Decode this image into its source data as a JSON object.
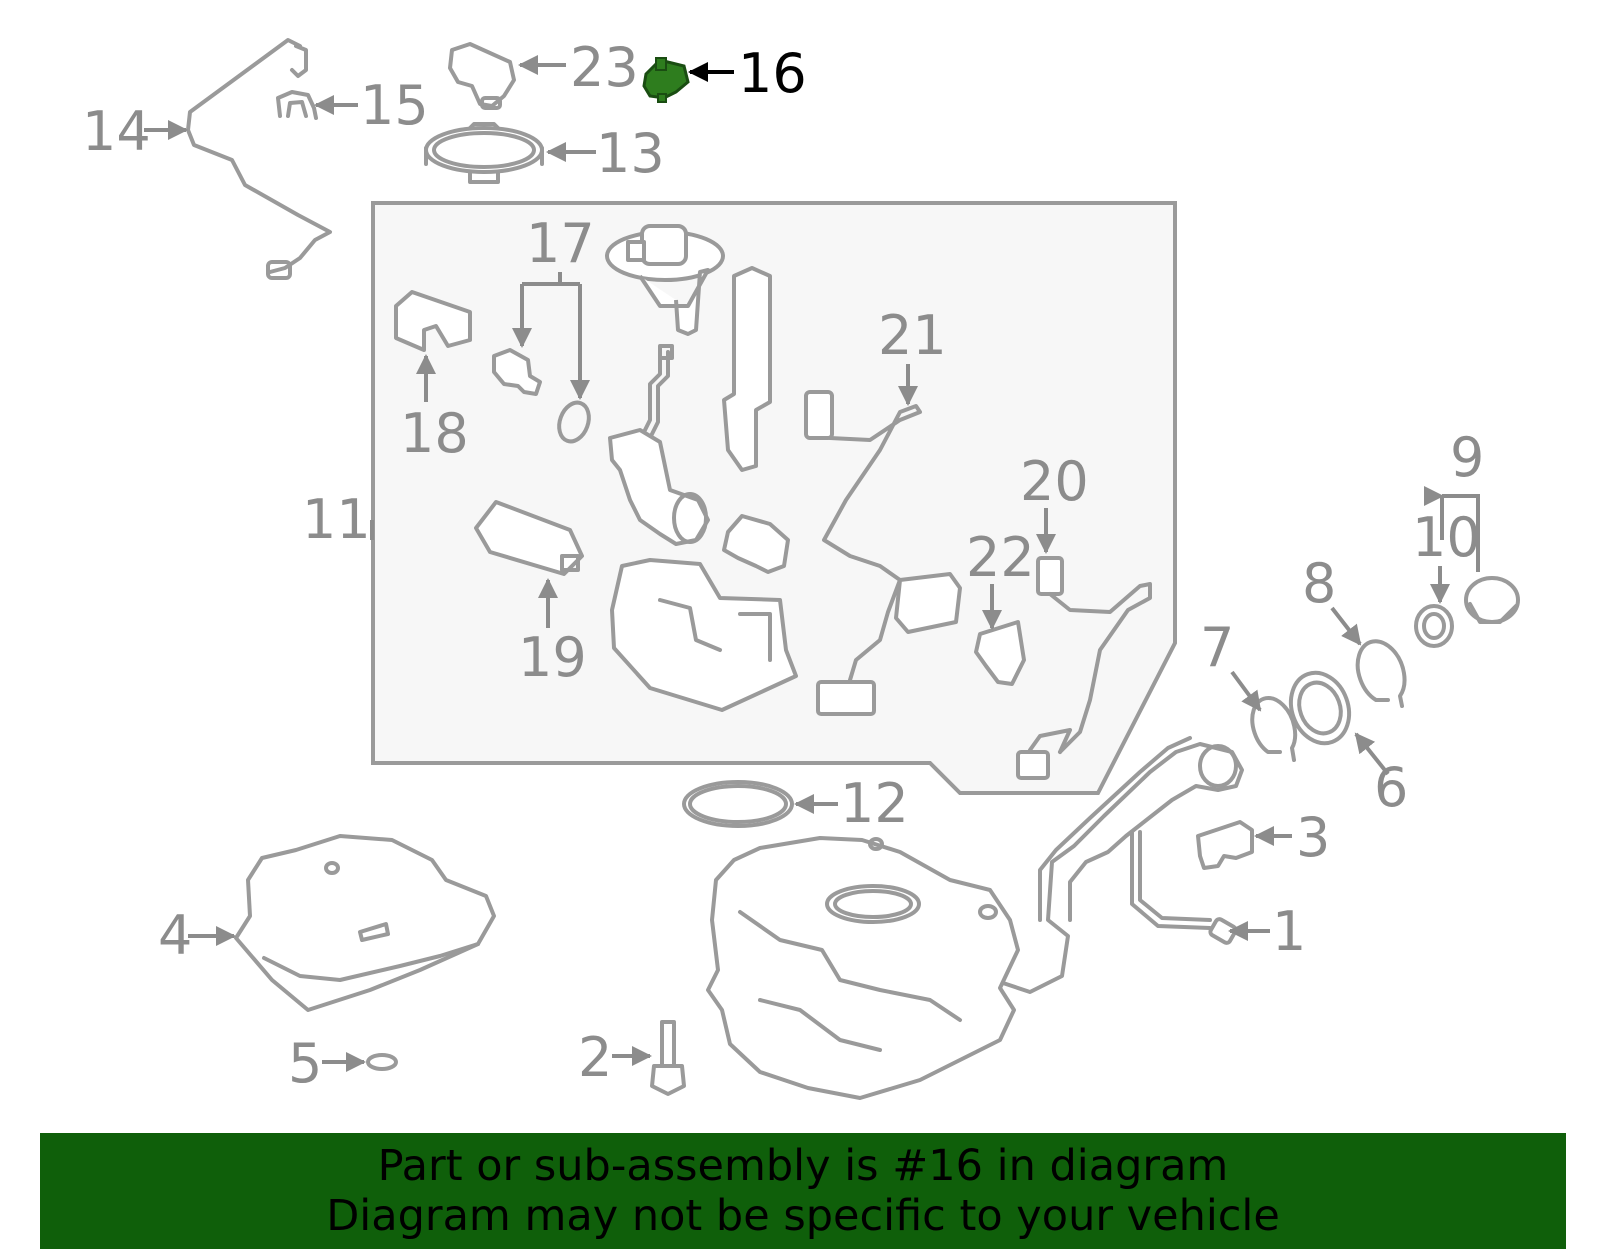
{
  "colors": {
    "part_stroke": "#9a9a9a",
    "callout_text": "#8c8c8c",
    "highlight_part": "#2e7d1e",
    "highlight_text": "#000000",
    "banner_bg": "#0f5f0a",
    "inset_bg": "#f7f7f7"
  },
  "diagram": {
    "highlighted": "16",
    "callouts": [
      {
        "id": "1",
        "label": "1"
      },
      {
        "id": "2",
        "label": "2"
      },
      {
        "id": "3",
        "label": "3"
      },
      {
        "id": "4",
        "label": "4"
      },
      {
        "id": "5",
        "label": "5"
      },
      {
        "id": "6",
        "label": "6"
      },
      {
        "id": "7",
        "label": "7"
      },
      {
        "id": "8",
        "label": "8"
      },
      {
        "id": "9",
        "label": "9"
      },
      {
        "id": "10",
        "label": "10"
      },
      {
        "id": "11",
        "label": "11"
      },
      {
        "id": "12",
        "label": "12"
      },
      {
        "id": "13",
        "label": "13"
      },
      {
        "id": "14",
        "label": "14"
      },
      {
        "id": "15",
        "label": "15"
      },
      {
        "id": "16",
        "label": "16"
      },
      {
        "id": "17",
        "label": "17"
      },
      {
        "id": "18",
        "label": "18"
      },
      {
        "id": "19",
        "label": "19"
      },
      {
        "id": "20",
        "label": "20"
      },
      {
        "id": "21",
        "label": "21"
      },
      {
        "id": "22",
        "label": "22"
      },
      {
        "id": "23",
        "label": "23"
      }
    ]
  },
  "banner": {
    "line1": "Part or sub-assembly is #16 in diagram",
    "line2": "Diagram may not be specific to your vehicle"
  }
}
